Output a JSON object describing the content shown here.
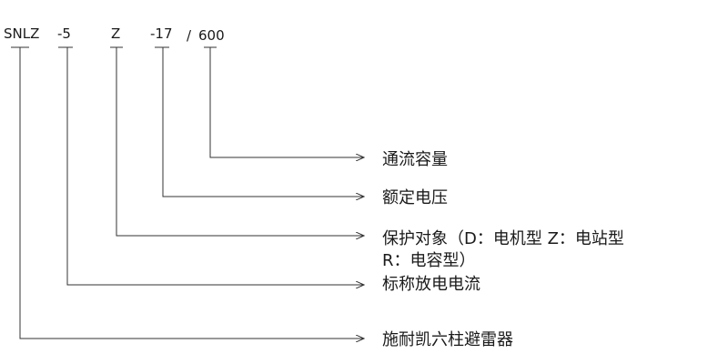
{
  "model_code": {
    "segments": [
      "SNLZ",
      "-5",
      "Z",
      "-17",
      "/",
      "600"
    ]
  },
  "meanings": [
    {
      "id": "flow-capacity",
      "label": "通流容量"
    },
    {
      "id": "rated-voltage",
      "label": "额定电压"
    },
    {
      "id": "protected-object",
      "label_line1": "保护对象（D：电机型 Z：电站型",
      "label_line2": "R：电容型）"
    },
    {
      "id": "nominal-discharge-current",
      "label": "标称放电电流"
    },
    {
      "id": "manufacturer",
      "label": "施耐凯六柱避雷器"
    }
  ],
  "colors": {
    "line": "#333333",
    "text": "#1a1a1a"
  }
}
